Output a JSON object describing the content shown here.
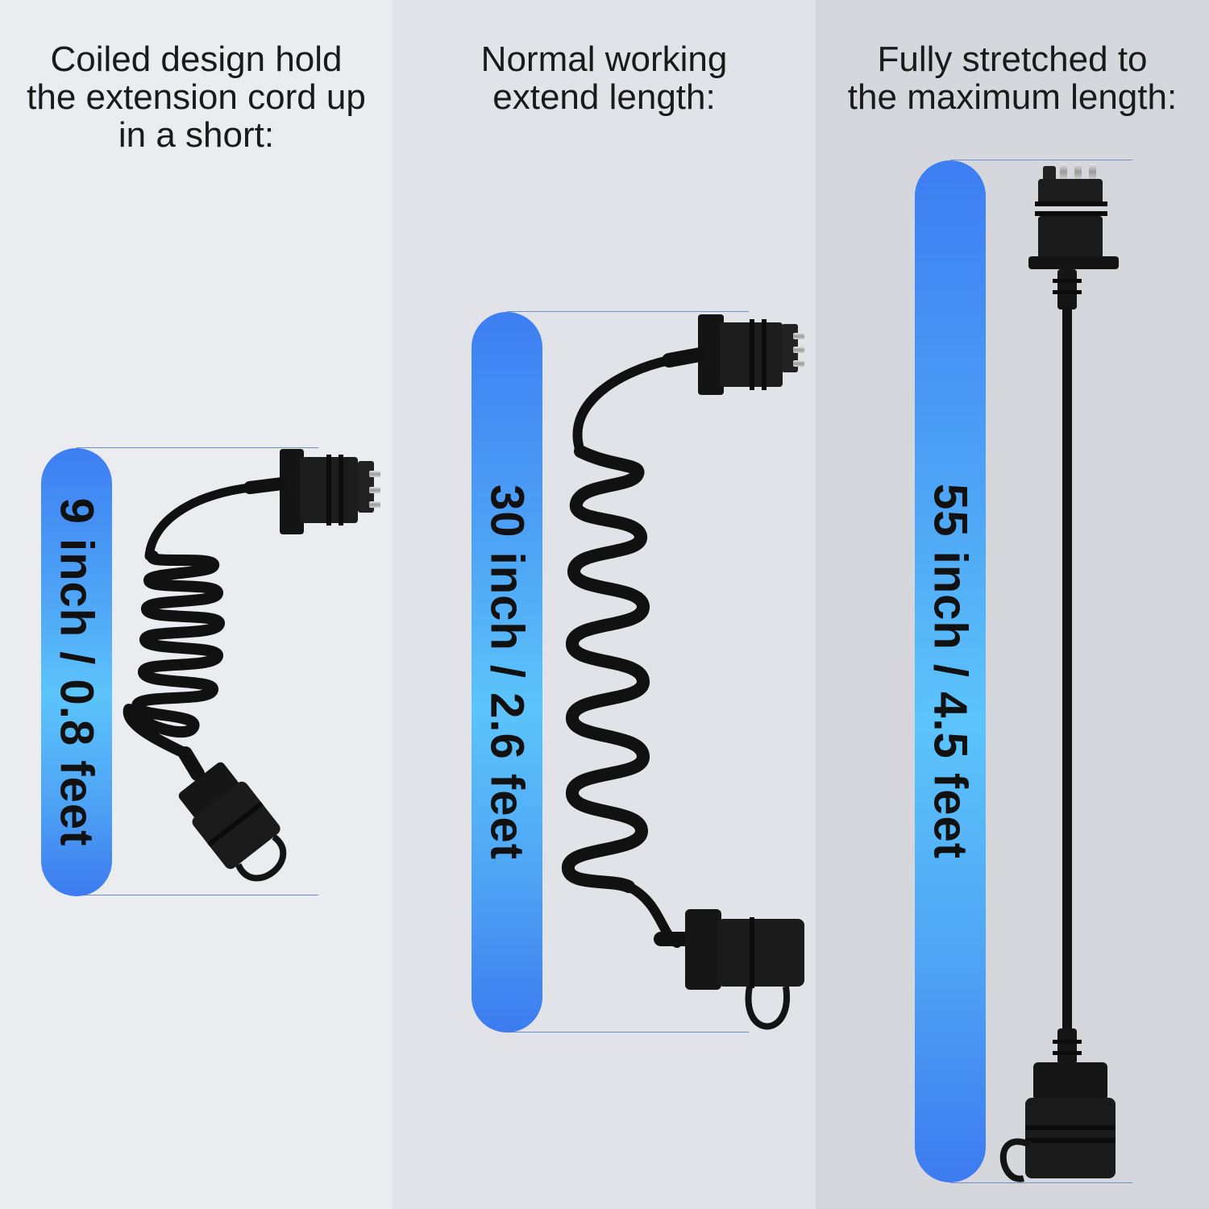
{
  "panels": [
    {
      "caption_lines": [
        "Coiled design hold",
        "the extension cord up",
        "in a short:"
      ],
      "measurement": "9 inch / 0.8 feet"
    },
    {
      "caption_lines": [
        "Normal working",
        "extend length:"
      ],
      "measurement": "30 inch / 2.6 feet"
    },
    {
      "caption_lines": [
        "Fully stretched to",
        "the maximum length:"
      ],
      "measurement": "55 inch / 4.5 feet"
    }
  ],
  "colors": {
    "bar_gradient_top": "#3d7ef3",
    "bar_gradient_mid": "#5cc4fb",
    "cable": "#111111",
    "guide_line": "#6f8fc9"
  },
  "icons": [
    "coiled-cable-short",
    "coiled-cable-extended",
    "cable-fully-stretched"
  ]
}
